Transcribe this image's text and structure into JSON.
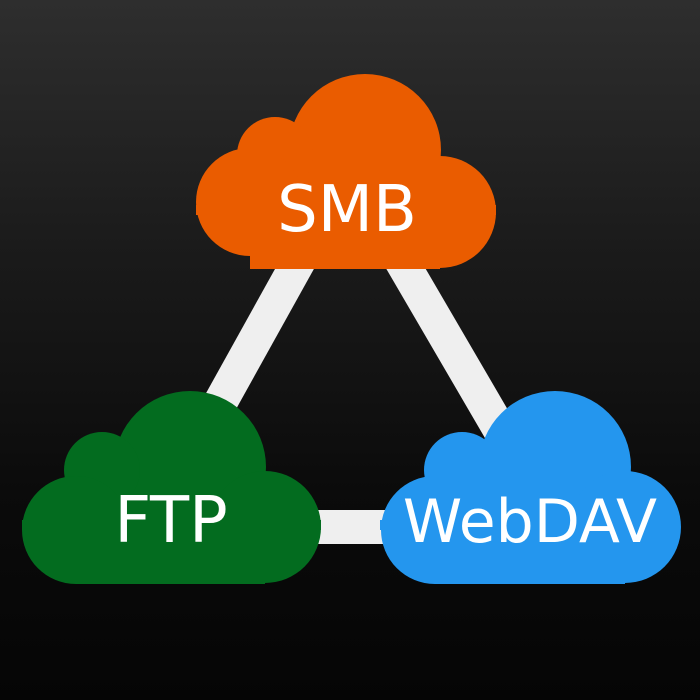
{
  "nodes": {
    "smb": {
      "label": "SMB",
      "color": "#ea5c00"
    },
    "ftp": {
      "label": "FTP",
      "color": "#036c1f"
    },
    "webdav": {
      "label": "WebDAV",
      "color": "#2496ee"
    }
  },
  "connector_color": "#efefef",
  "background": {
    "top": "#2e2e2e",
    "bottom": "#050505"
  }
}
